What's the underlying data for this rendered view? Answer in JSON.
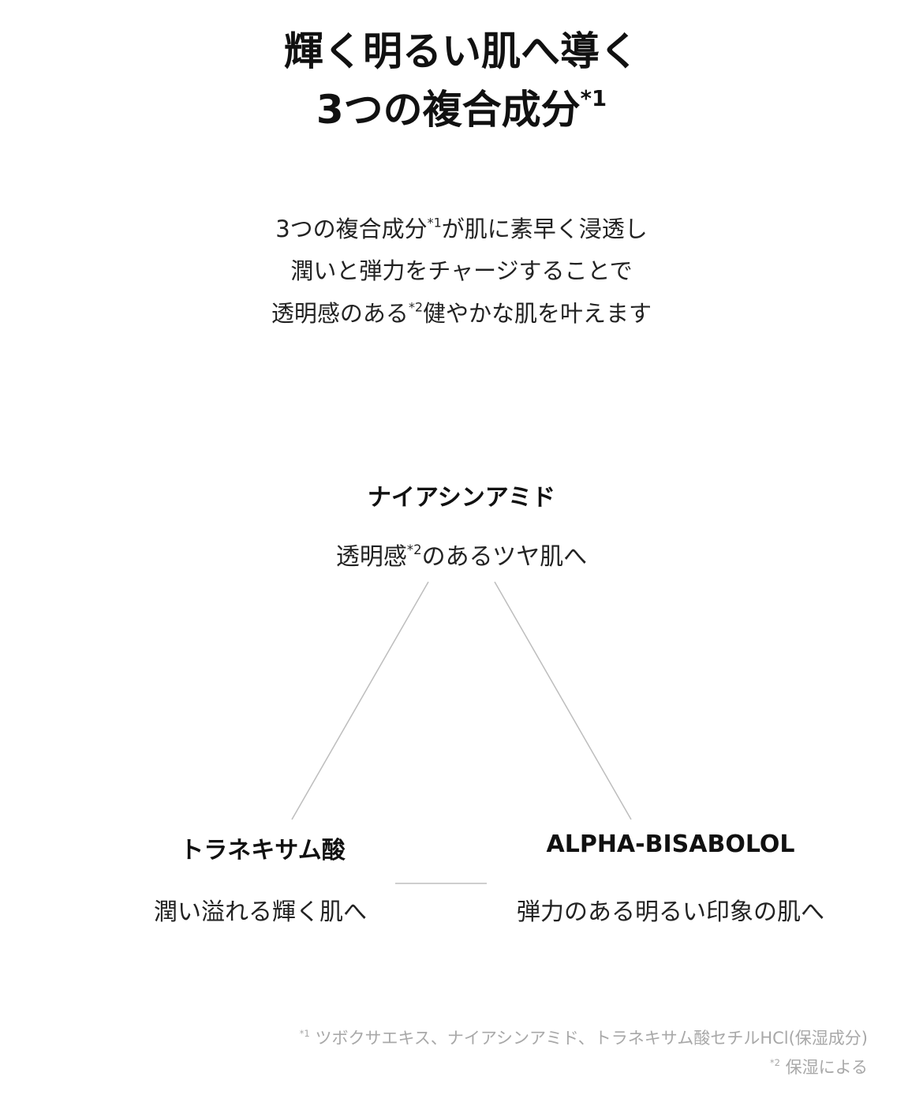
{
  "title": {
    "line1": "輝く明るい肌へ導く",
    "line2": "3つの複合成分",
    "line2_sup": "*1"
  },
  "intro": {
    "line1_a": "3つの複合成分",
    "line1_sup": "*1",
    "line1_b": "が肌に素早く浸透し",
    "line2": "潤いと弾力をチャージすることで",
    "line3_a": "透明感のある",
    "line3_sup": "*2",
    "line3_b": "健やかな肌を叶えます"
  },
  "ingredients": [
    {
      "name": "ナイアシンアミド",
      "desc_a": "透明感",
      "desc_sup": "*2",
      "desc_b": "のあるツヤ肌へ"
    },
    {
      "name": "トラネキサム酸",
      "desc": "潤い溢れる輝く肌へ"
    },
    {
      "name": "ALPHA-BISABOLOL",
      "desc": "弾力のある明るい印象の肌へ"
    }
  ],
  "footnotes": [
    {
      "mark": "*1",
      "text": "ツボクサエキス、ナイアシンアミド、トラネキサム酸セチルHCl(保湿成分)"
    },
    {
      "mark": "*2",
      "text": "保湿による"
    }
  ],
  "colors": {
    "line": "#bdbdbd",
    "footnote": "#a8a8a8"
  }
}
